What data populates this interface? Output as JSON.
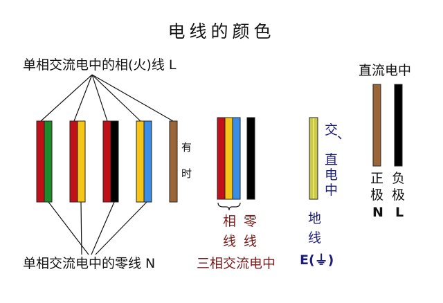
{
  "title": "电线的颜色",
  "single_phase": {
    "live_label": "单相交流电中的相(火)线 L",
    "neutral_label": "单相交流电中的零线 N",
    "sometimes_chars": [
      "有",
      "时"
    ]
  },
  "three_phase": {
    "phase_chars": [
      "相",
      "线"
    ],
    "neutral_chars": [
      "零",
      "线"
    ],
    "caption": "三相交流电中"
  },
  "earth": {
    "side_chars": [
      "交",
      "、",
      "直",
      "电",
      "中"
    ],
    "label_chars": [
      "地",
      "线"
    ],
    "symbol_label": "E(⏚)"
  },
  "dc": {
    "caption": "直流电中",
    "positive_chars": [
      "正",
      "极"
    ],
    "positive_letter": "N",
    "negative_chars": [
      "负",
      "极"
    ],
    "negative_letter": "L"
  },
  "colors": {
    "red": "#c0111b",
    "green": "#1e8c2a",
    "yellow": "#f5c518",
    "blue": "#3a8ee6",
    "black": "#000000",
    "brown": "#9a6638",
    "yellow_green": "#c9c94a"
  }
}
